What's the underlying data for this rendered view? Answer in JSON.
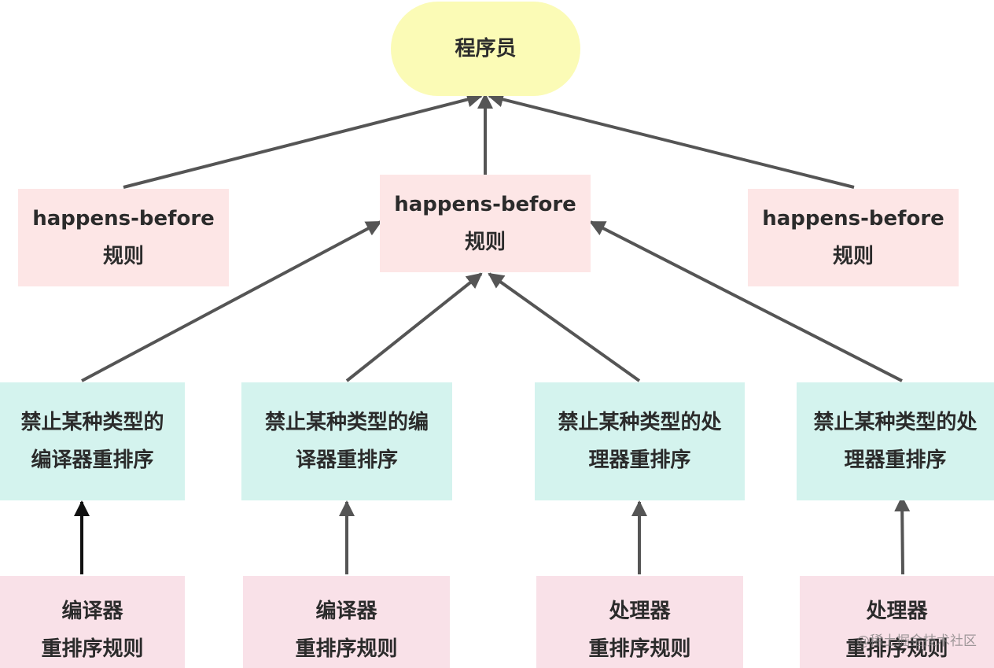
{
  "nodes": {
    "programmer": {
      "label": "程序员"
    },
    "hb_left": {
      "line1": "happens-before",
      "line2": "规则"
    },
    "hb_center": {
      "line1": "happens-before",
      "line2": "规则"
    },
    "hb_right": {
      "line1": "happens-before",
      "line2": "规则"
    },
    "mid1": {
      "line1": "禁止某种类型的",
      "line2": "编译器重排序"
    },
    "mid2": {
      "line1": "禁止某种类型的编",
      "line2": "译器重排序"
    },
    "mid3": {
      "line1": "禁止某种类型的处",
      "line2": "理器重排序"
    },
    "mid4": {
      "line1": "禁止某种类型的处",
      "line2": "理器重排序"
    },
    "bot1": {
      "line1": "编译器",
      "line2": "重排序规则"
    },
    "bot2": {
      "line1": "编译器",
      "line2": "重排序规则"
    },
    "bot3": {
      "line1": "处理器",
      "line2": "重排序规则"
    },
    "bot4": {
      "line1": "处理器",
      "line2": "重排序规则"
    }
  },
  "edges": [
    {
      "from": "hb_left",
      "to": "programmer"
    },
    {
      "from": "hb_center",
      "to": "programmer"
    },
    {
      "from": "hb_right",
      "to": "programmer"
    },
    {
      "from": "mid1",
      "to": "hb_center"
    },
    {
      "from": "mid2",
      "to": "hb_center"
    },
    {
      "from": "mid3",
      "to": "hb_center"
    },
    {
      "from": "mid4",
      "to": "hb_center"
    },
    {
      "from": "bot1",
      "to": "mid1"
    },
    {
      "from": "bot2",
      "to": "mid2"
    },
    {
      "from": "bot3",
      "to": "mid3"
    },
    {
      "from": "bot4",
      "to": "mid4"
    }
  ],
  "colors": {
    "oval": "#fbfbb6",
    "happens_before": "#fde6e6",
    "prohibit": "#d4f3ee",
    "reorder_rule": "#f9e1e8",
    "arrow": "#555555"
  },
  "watermark": "@稀土掘金技术社区"
}
